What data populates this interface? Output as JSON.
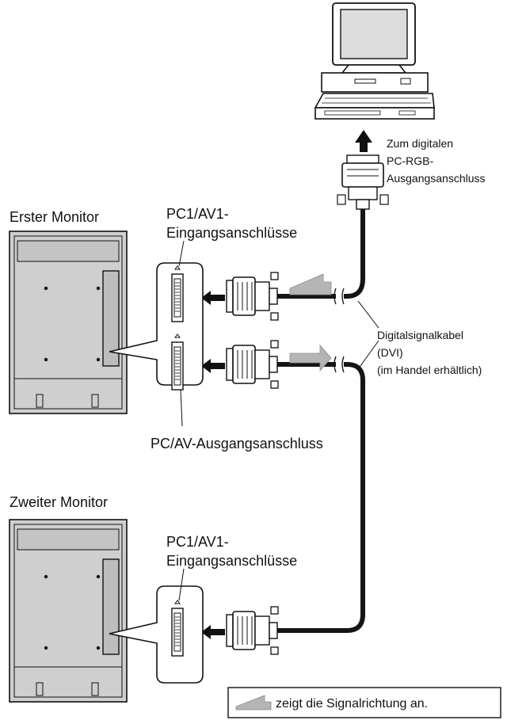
{
  "labels": {
    "to_digital_output": [
      "Zum digitalen",
      "PC-RGB-",
      "Ausgangsanschluss"
    ],
    "first_monitor": "Erster Monitor",
    "pc_input_top": [
      "PC1/AV1-",
      "Eingangsanschlüsse"
    ],
    "cable": [
      "Digitalsignalkabel",
      "(DVI)",
      "(im Handel erhältlich)"
    ],
    "pc_output": "PC/AV-Ausgangsanschluss",
    "second_monitor": "Zweiter Monitor",
    "pc_input_bottom": [
      "PC1/AV1-",
      "Eingangsanschlüsse"
    ],
    "legend": "zeigt die Signalrichtung an."
  },
  "colors": {
    "line": "#111111",
    "panel_fill": "#cfcfcf",
    "panel_inner": "#bdbdbd",
    "cable": "#151515",
    "signal_arrow": "#b5b5b5"
  }
}
